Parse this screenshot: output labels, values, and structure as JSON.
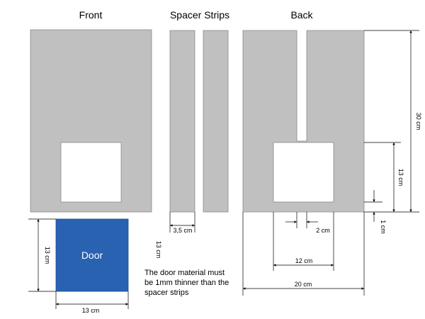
{
  "titles": {
    "front": "Front",
    "spacer": "Spacer Strips",
    "back": "Back"
  },
  "door": {
    "label": "Door",
    "width_label": "13 cm",
    "height_label": "13 cm"
  },
  "spacer": {
    "width_label": "3,5 cm",
    "length_label": "13 cm"
  },
  "back": {
    "height_label": "30 cm",
    "opening_height_label": "13 cm",
    "bottom_gap_label": "1 cm",
    "slot_label": "2 cm",
    "opening_width_label": "12 cm",
    "width_label": "20 cm"
  },
  "note": {
    "lines": [
      "The door material must",
      "be 1mm thinner than the",
      "spacer strips"
    ]
  },
  "colors": {
    "panel": "#c0c0c0",
    "door": "#2a62b2"
  }
}
